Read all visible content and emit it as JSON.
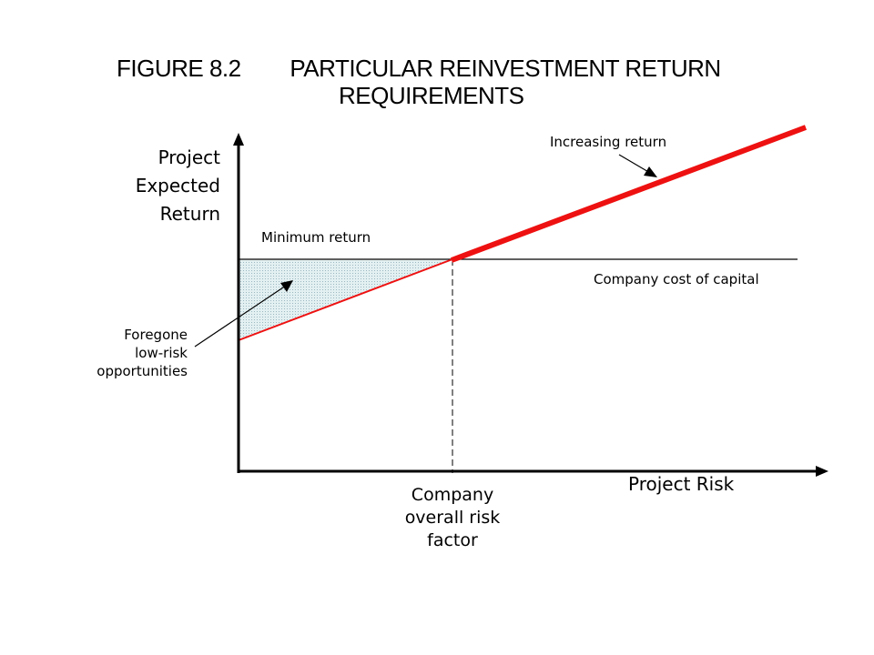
{
  "title": {
    "line1": "FIGURE 8.2        PARTICULAR REINVESTMENT RETURN",
    "line2": "REQUIREMENTS"
  },
  "axes": {
    "y_label_lines": [
      "Project",
      "Expected",
      "Return"
    ],
    "x_label": "Project Risk"
  },
  "annotations": {
    "minimum_return": "Minimum return",
    "increasing_return": "Increasing return",
    "cost_of_capital": "Company cost of capital",
    "foregone_lines": [
      "Foregone",
      "low-risk",
      "opportunities"
    ],
    "risk_factor_lines": [
      "Company",
      "overall risk",
      "factor"
    ]
  },
  "colors": {
    "return_line": "#ee1111",
    "shaded_area": "#d9ecef",
    "axis": "#000000"
  }
}
